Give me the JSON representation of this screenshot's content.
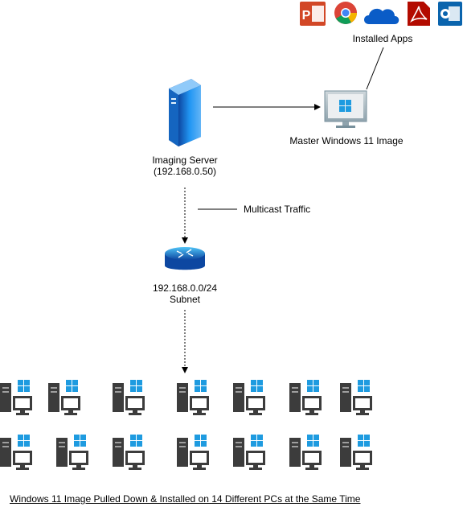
{
  "installed_apps": {
    "label": "Installed Apps",
    "icons": [
      "powerpoint-icon",
      "chrome-icon",
      "onedrive-icon",
      "acrobat-icon",
      "outlook-icon"
    ]
  },
  "imaging_server": {
    "line1": "Imaging Server",
    "line2": "(192.168.0.50)"
  },
  "master_image": {
    "label": "Master Windows 11 Image"
  },
  "multicast": {
    "label": "Multicast Traffic"
  },
  "router": {
    "line1": "192.168.0.0/24",
    "line2": "Subnet"
  },
  "clients": {
    "rows": 2,
    "per_row": 7
  },
  "caption": "Windows 11 Image Pulled Down & Installed on 14 Different PCs at the Same Time",
  "colors": {
    "server_blue": "#1a73e8",
    "windows_blue": "#1e9be0",
    "pc_gray": "#3c3c3c",
    "router_blue": "#1565c0",
    "powerpoint": "#d24726",
    "acrobat": "#b30b00",
    "outlook": "#0a64ad",
    "onedrive": "#0a5cc7"
  }
}
